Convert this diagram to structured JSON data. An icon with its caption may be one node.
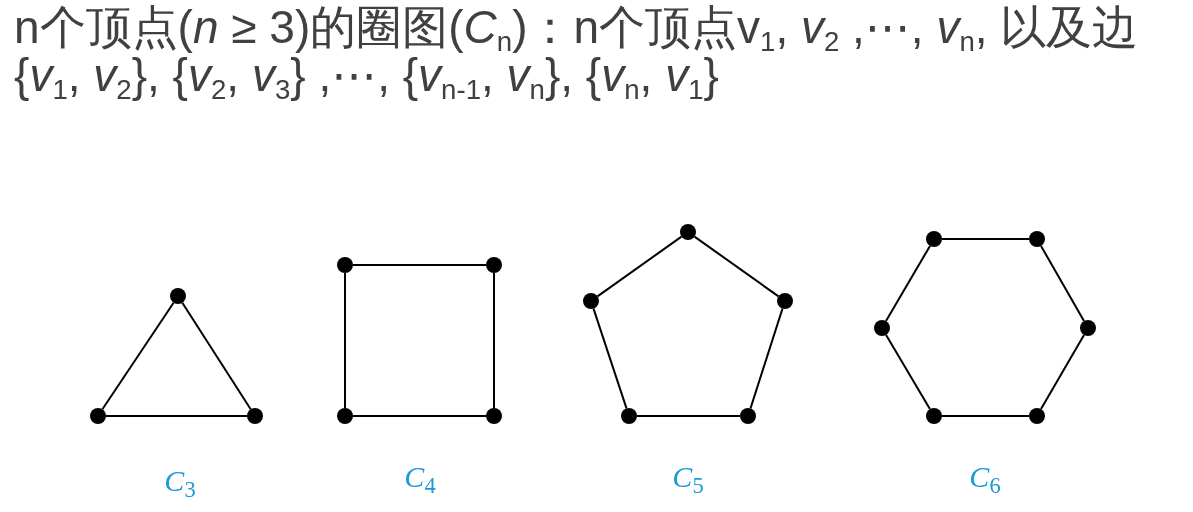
{
  "diagram": {
    "title": "n个顶点(*n* ≥ 3)的圈图(*C*$_{n}$)：n个顶点v$_{1}$, *v*$_{2}$ ,⋯, *v*$_{n}$, 以及边 {*v*$_{1}$, *v*$_{2}$}, {*v*$_{2}$, *v*$_{3}$} ,⋯, {*v*$_{n-1}$, *v*$_{n}$}, {*v*$_{n}$, *v*$_{1}$}",
    "nodes": [
      {
        "text": [],
        "shape": "circle"
      },
      {
        "text": [],
        "shape": "circle"
      },
      {
        "text": [],
        "shape": "circle"
      },
      {
        "text": [],
        "shape": "circle"
      },
      {
        "text": [],
        "shape": "circle"
      },
      {
        "text": [],
        "shape": "circle"
      },
      {
        "text": [],
        "shape": "circle"
      },
      {
        "text": [],
        "shape": "circle"
      },
      {
        "text": [],
        "shape": "circle"
      },
      {
        "text": [],
        "shape": "circle"
      },
      {
        "text": [],
        "shape": "circle"
      },
      {
        "text": [],
        "shape": "circle"
      },
      {
        "text": [],
        "shape": "circle"
      },
      {
        "text": [],
        "shape": "circle"
      },
      {
        "text": [],
        "shape": "circle"
      },
      {
        "text": [],
        "shape": "circle"
      },
      {
        "text": [],
        "shape": "circle"
      },
      {
        "text": [],
        "shape": "circle"
      }
    ],
    "edges": [
      {
        "from": 0,
        "to": 1,
        "arrow": "none"
      },
      {
        "from": 1,
        "to": 2,
        "arrow": "none"
      },
      {
        "from": 2,
        "to": 0,
        "arrow": "none"
      },
      {
        "from": 3,
        "to": 4,
        "arrow": "none"
      },
      {
        "from": 4,
        "to": 5,
        "arrow": "none"
      },
      {
        "from": 5,
        "to": 6,
        "arrow": "none"
      },
      {
        "from": 6,
        "to": 3,
        "arrow": "none"
      },
      {
        "from": 7,
        "to": 8,
        "arrow": "none"
      },
      {
        "from": 8,
        "to": 9,
        "arrow": "none"
      },
      {
        "from": 9,
        "to": 10,
        "arrow": "none"
      },
      {
        "from": 10,
        "to": 11,
        "arrow": "none"
      },
      {
        "from": 11,
        "to": 7,
        "arrow": "none"
      },
      {
        "from": 12,
        "to": 13,
        "arrow": "none"
      },
      {
        "from": 13,
        "to": 14,
        "arrow": "none"
      },
      {
        "from": 14,
        "to": 15,
        "arrow": "none"
      },
      {
        "from": 15,
        "to": 16,
        "arrow": "none"
      },
      {
        "from": 16,
        "to": 17,
        "arrow": "none"
      },
      {
        "from": 17,
        "to": 12,
        "arrow": "none"
      }
    ],
    "labels": [
      "*C*$_{3}$",
      "*C*$_{4}$",
      "*C*$_{5}$",
      "*C*$_{6}$"
    ]
  }
}
